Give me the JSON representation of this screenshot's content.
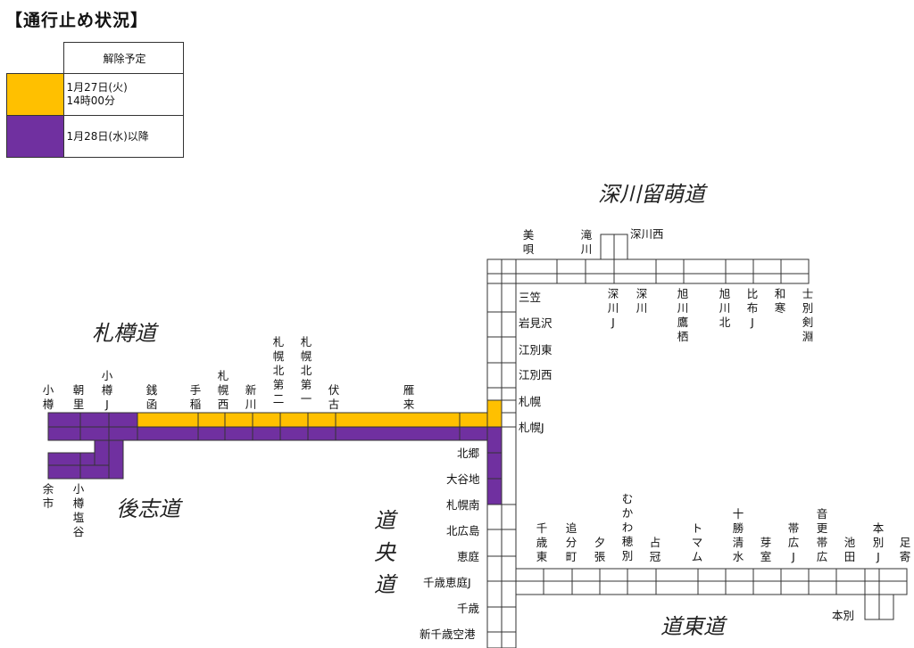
{
  "title": "【通行止め状況】",
  "legend": {
    "header": "解除予定",
    "rows": [
      {
        "color": "#FFC000",
        "line1": "1月27日(火)",
        "line2": "14時00分"
      },
      {
        "color": "#7030A0",
        "line1": "1月28日(水)以降",
        "line2": ""
      }
    ]
  },
  "roads": {
    "sasson": "札樽道",
    "shiribeshi": "後志道",
    "doo": "道央道",
    "doto": "道東道",
    "fukagawa_rumoi": "深川留萌道"
  },
  "stations": {
    "otaru": "小樽",
    "asari": "朝里",
    "otaru_j": "小樽J",
    "zenibako": "銭函",
    "teine": "手稲",
    "sapporo_nishi": "札幌西",
    "shinkawa": "新川",
    "sapporo_kita2": "札幌北第二",
    "sapporo_kita1": "札幌北第一",
    "fushiko": "伏古",
    "karikita": "雁来",
    "yoichi": "余市",
    "otaru_shioya": "小樽塩谷",
    "mibai": "美唄",
    "takikawa": "滝川",
    "fukagawa_nishi": "深川西",
    "mikasa": "三笠",
    "iwamizawa": "岩見沢",
    "ebetsu_higashi": "江別東",
    "ebetsu_nishi": "江別西",
    "sapporo": "札幌",
    "sapporo_j": "札幌J",
    "fukagawa_j": "深川J",
    "fukagawa": "深川",
    "asahikawa_takasu": "旭川鷹栖",
    "asahikawa_kita": "旭川北",
    "pippu_j": "比布J",
    "wassamu": "和寒",
    "shibetsu_kembuchi": "士別剣淵",
    "kitago": "北郷",
    "oyachi": "大谷地",
    "sapporo_minami": "札幌南",
    "kitahiroshima": "北広島",
    "eniwa": "恵庭",
    "chitose_eniwa_j": "千歳恵庭J",
    "chitose": "千歳",
    "shin_chitose": "新千歳空港",
    "chitose_higashi": "千歳東",
    "oiwake": "追分町",
    "yubari": "夕張",
    "mukawa": "むかわ穂別",
    "shimukappu": "占冠",
    "tomamu": "トマム",
    "tokachi_shimizu": "十勝清水",
    "memuro": "芽室",
    "obihiro_j": "帯広J",
    "otofuke": "音更帯広",
    "ikeda": "池田",
    "honbetsu_j": "本別J",
    "ashoro": "足寄",
    "honbetsu": "本別"
  }
}
